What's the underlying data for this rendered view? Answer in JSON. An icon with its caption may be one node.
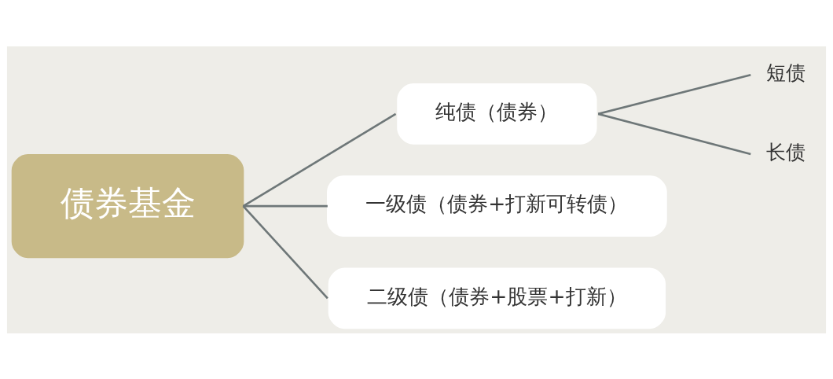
{
  "diagram": {
    "nodes": [
      {
        "text": [
          "债券基金"
        ]
      },
      {
        "text": [
          "纯债（债券）"
        ]
      },
      {
        "text": [
          "短债"
        ]
      },
      {
        "text": [
          "长债"
        ]
      },
      {
        "text": [
          "一级债（债券+打新可转债）"
        ]
      },
      {
        "text": [
          "二级债（债券+股票+打新）"
        ]
      }
    ],
    "edges": [
      {
        "from": 0,
        "to": 1,
        "arrow": "none"
      },
      {
        "from": 1,
        "to": 2,
        "arrow": "none"
      },
      {
        "from": 1,
        "to": 3,
        "arrow": "none"
      },
      {
        "from": 0,
        "to": 4,
        "arrow": "none"
      },
      {
        "from": 0,
        "to": 5,
        "arrow": "none"
      }
    ]
  }
}
